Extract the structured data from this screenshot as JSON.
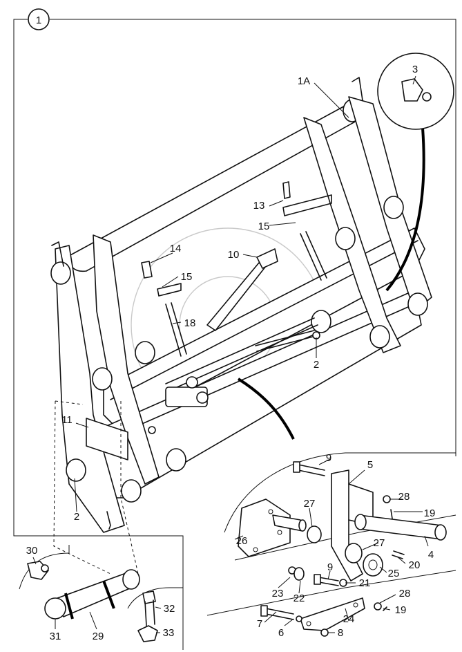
{
  "diagram": {
    "group_number": "1",
    "callouts": {
      "c1A": "1A",
      "c2a": "2",
      "c2b": "2",
      "c3": "3",
      "c4": "4",
      "c5": "5",
      "c6": "6",
      "c7": "7",
      "c8": "8",
      "c9a": "9",
      "c9b": "9",
      "c10": "10",
      "c11": "11",
      "c13": "13",
      "c14": "14",
      "c15a": "15",
      "c15b": "15",
      "c18": "18",
      "c19a": "19",
      "c19b": "19",
      "c20": "20",
      "c21": "21",
      "c22": "22",
      "c23": "23",
      "c24": "24",
      "c25": "25",
      "c26": "26",
      "c27a": "27",
      "c27b": "27",
      "c28a": "28",
      "c28b": "28",
      "c29": "29",
      "c30": "30",
      "c31": "31",
      "c32": "32",
      "c33": "33"
    }
  }
}
